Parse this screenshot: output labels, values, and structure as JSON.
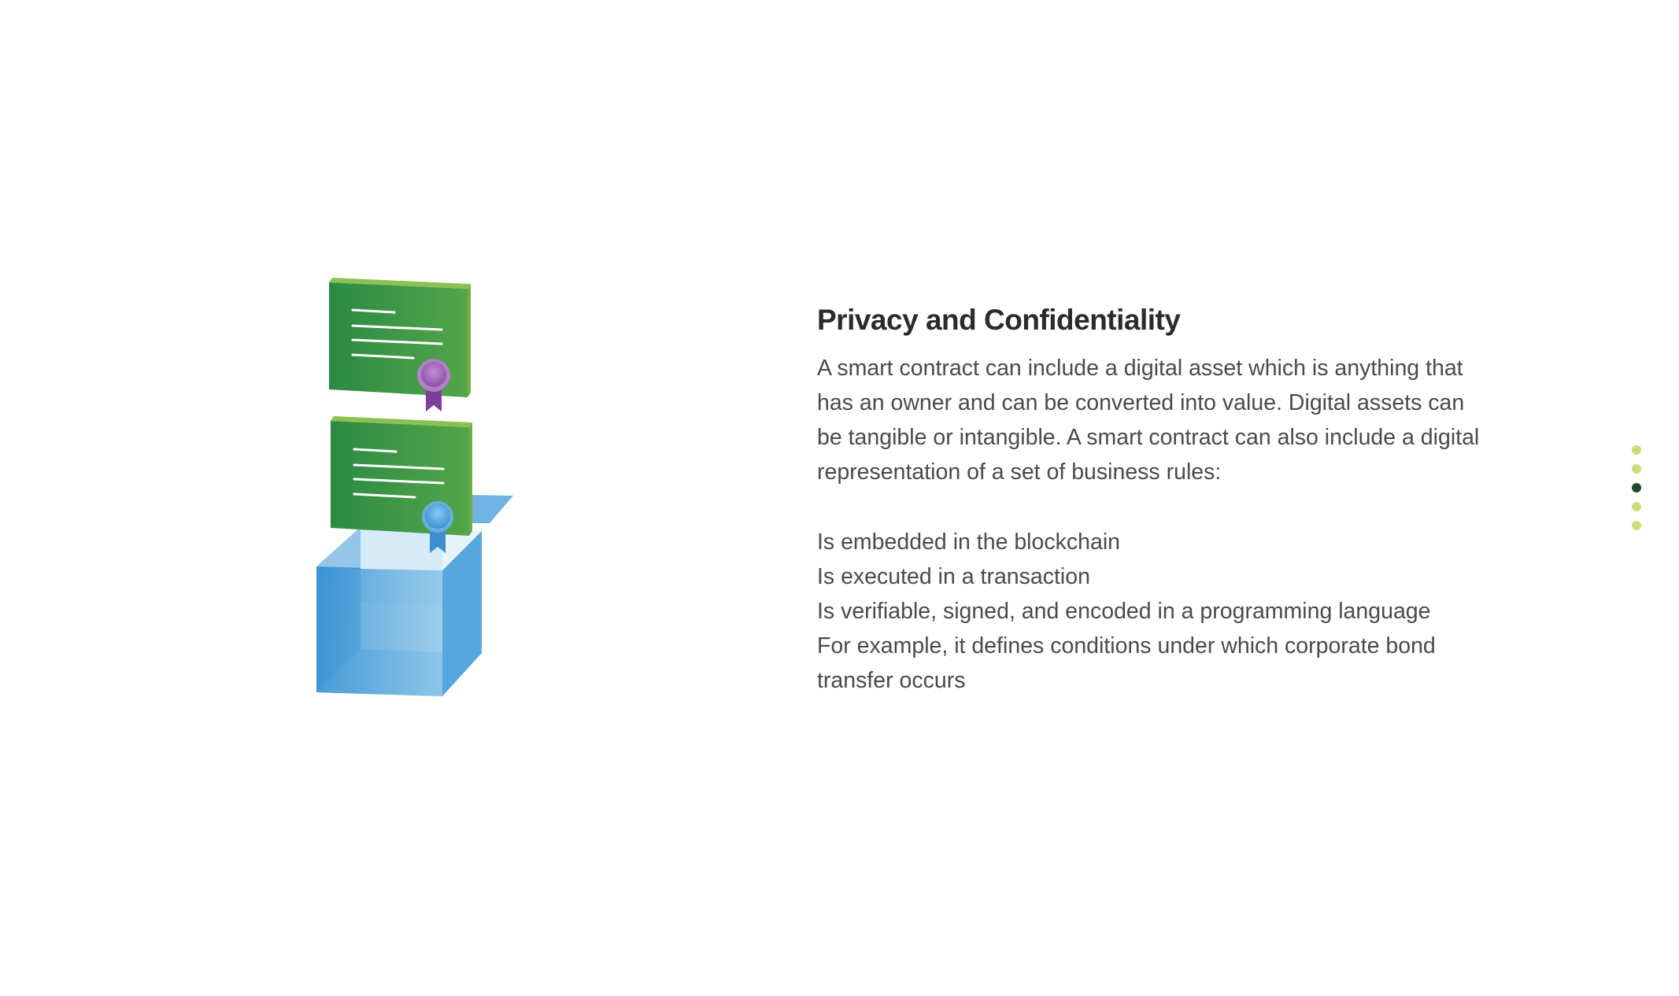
{
  "section": {
    "title": "Privacy and Confidentiality",
    "paragraph": "A smart contract can include a digital asset which is anything that has an owner and can be converted into value. Digital assets can be tangible or intangible. A smart contract can also include a digital representation of a set of business rules:",
    "list_items": [
      "Is embedded in the blockchain",
      "Is executed in a transaction",
      "Is verifiable, signed, and encoded in a programming language",
      "For example, it defines conditions under which corporate bond transfer occurs"
    ]
  },
  "illustration": {
    "icon": "certificates-box-icon",
    "colors": {
      "certificate_green": "#2f8c45",
      "certificate_edge": "#8cc152",
      "purple_seal": "#9b59b6",
      "blue_seal": "#4aa3df",
      "box_blue": "#3d9ad8",
      "box_light": "#d6ebf8"
    }
  },
  "pagination": {
    "total": 5,
    "active_index": 2,
    "inactive_color": "#c6e07a",
    "active_color": "#1d4a2c"
  }
}
